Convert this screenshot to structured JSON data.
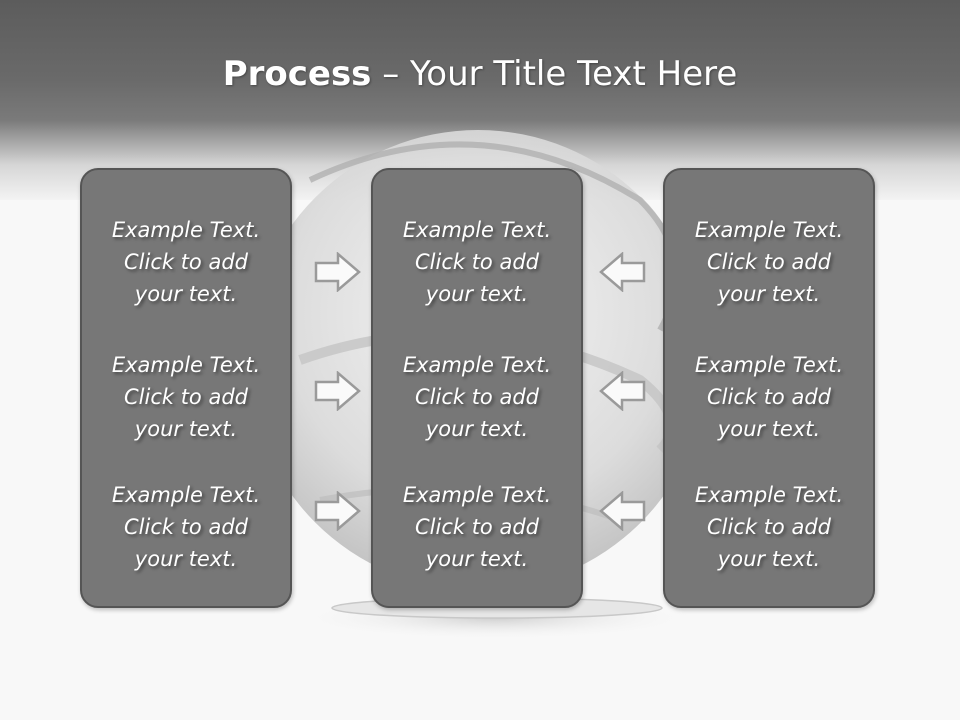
{
  "title": {
    "bold": "Process",
    "rest": " – Your Title Text Here"
  },
  "example": {
    "line1": "Example Text.",
    "line2": "Click  to add",
    "line3": "your text."
  },
  "colors": {
    "header": "#5c5c5c",
    "panel": "#777777",
    "panel_border": "#555555",
    "text": "#ffffff"
  },
  "columns": [
    {
      "id": "left"
    },
    {
      "id": "center"
    },
    {
      "id": "right"
    }
  ],
  "arrows": {
    "left_group": "right-arrow-icon",
    "right_group": "left-arrow-icon"
  }
}
